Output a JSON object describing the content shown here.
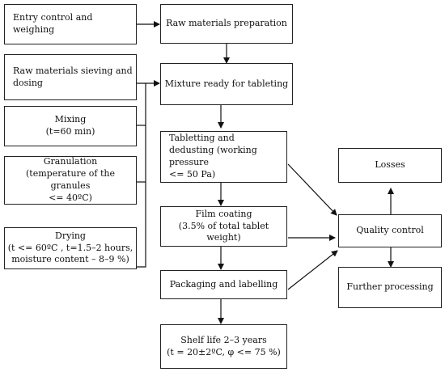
{
  "boxes": {
    "entry_control": {
      "lines": [
        "Entry control and weighing"
      ]
    },
    "raw_prep": {
      "lines": [
        "Raw materials preparation"
      ]
    },
    "sieving": {
      "lines": [
        "Raw materials sieving and",
        "dosing"
      ]
    },
    "mixture_ready": {
      "lines": [
        "Mixture ready for tableting"
      ]
    },
    "mixing": {
      "lines": [
        "Mixing",
        "(t=60 min)"
      ]
    },
    "granulation": {
      "lines": [
        "Granulation",
        "(temperature of the granules",
        "<= 40ºC)"
      ]
    },
    "drying": {
      "lines": [
        "Drying",
        "(t <= 60ºC , t=1.5–2 hours,",
        "moisture content – 8–9 %)"
      ]
    },
    "tabletting": {
      "lines": [
        "Tabletting and",
        "dedusting (working pressure",
        "<= 50 Pa)"
      ]
    },
    "film_coating": {
      "lines": [
        "Film coating",
        "(3.5% of total tablet weight)"
      ]
    },
    "packaging": {
      "lines": [
        "Packaging and labelling"
      ]
    },
    "shelf_life": {
      "lines": [
        "Shelf life  2–3 years",
        "(t = 20±2ºC, φ <= 75 %)"
      ]
    },
    "losses": {
      "lines": [
        "Losses"
      ]
    },
    "quality_control": {
      "lines": [
        "Quality control"
      ]
    },
    "further_processing": {
      "lines": [
        "Further processing"
      ]
    }
  }
}
